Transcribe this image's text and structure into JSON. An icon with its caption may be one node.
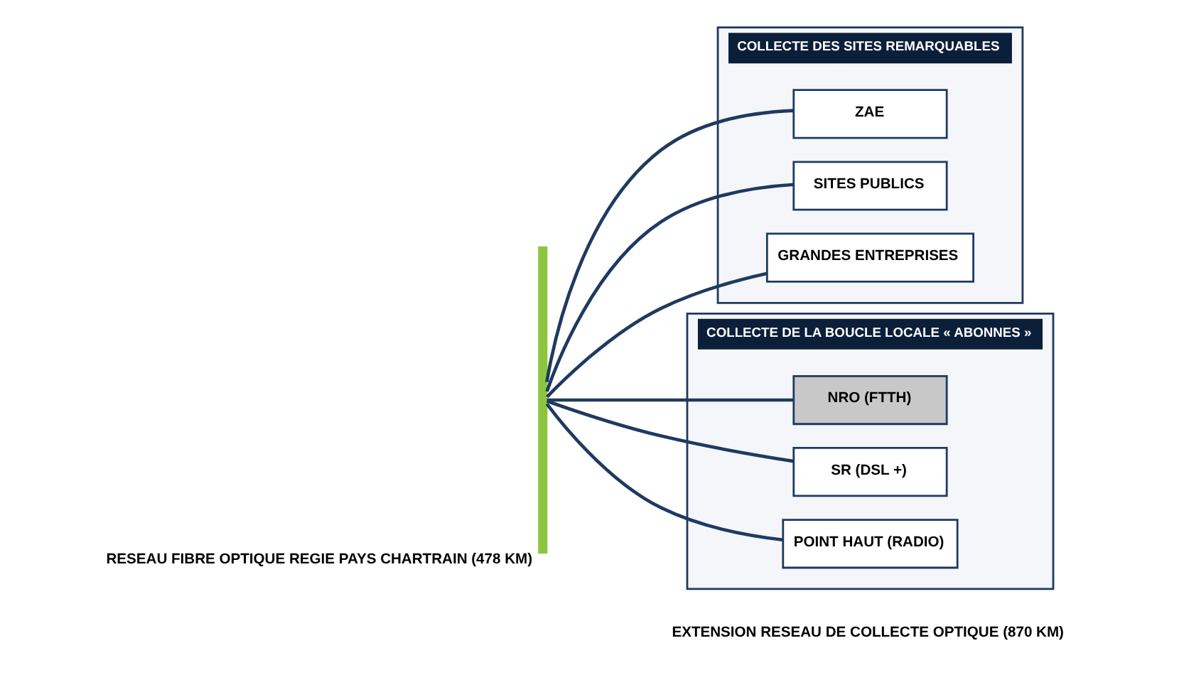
{
  "diagram": {
    "nodes": [
      {
        "text": [],
        "shape": "curve",
        "beside": [
          "RESEAU FIBRE OPTIQUE REGIE PAYS CHARTRAIN (478 KM)"
        ]
      },
      {
        "text": [
          "COLLECTE DES SITES REMARQUABLES"
        ]
      },
      {
        "text": [
          "ZAE"
        ],
        "in": 1
      },
      {
        "text": [
          "SITES PUBLICS"
        ],
        "in": 1
      },
      {
        "text": [
          "GRANDES ENTREPRISES"
        ],
        "in": 1
      },
      {
        "text": [
          "COLLECTE DE LA BOUCLE LOCALE « ABONNES »"
        ]
      },
      {
        "text": [
          "NRO (FTTH)"
        ],
        "in": 5
      },
      {
        "text": [
          "SR (DSL +)"
        ],
        "in": 5
      },
      {
        "text": [
          "POINT HAUT (RADIO)"
        ],
        "in": 5
      }
    ],
    "edges": [
      {
        "from": 0,
        "to": 2,
        "arrow": "none"
      },
      {
        "from": 0,
        "to": 3,
        "arrow": "none"
      },
      {
        "from": 0,
        "to": 4,
        "arrow": "none"
      },
      {
        "from": 0,
        "to": 6,
        "arrow": "none"
      },
      {
        "from": 0,
        "to": 7,
        "arrow": "none"
      },
      {
        "from": 0,
        "to": 8,
        "arrow": "none"
      }
    ],
    "labels": [
      "EXTENSION RESEAU DE COLLECTE OPTIQUE (870 KM)"
    ]
  }
}
